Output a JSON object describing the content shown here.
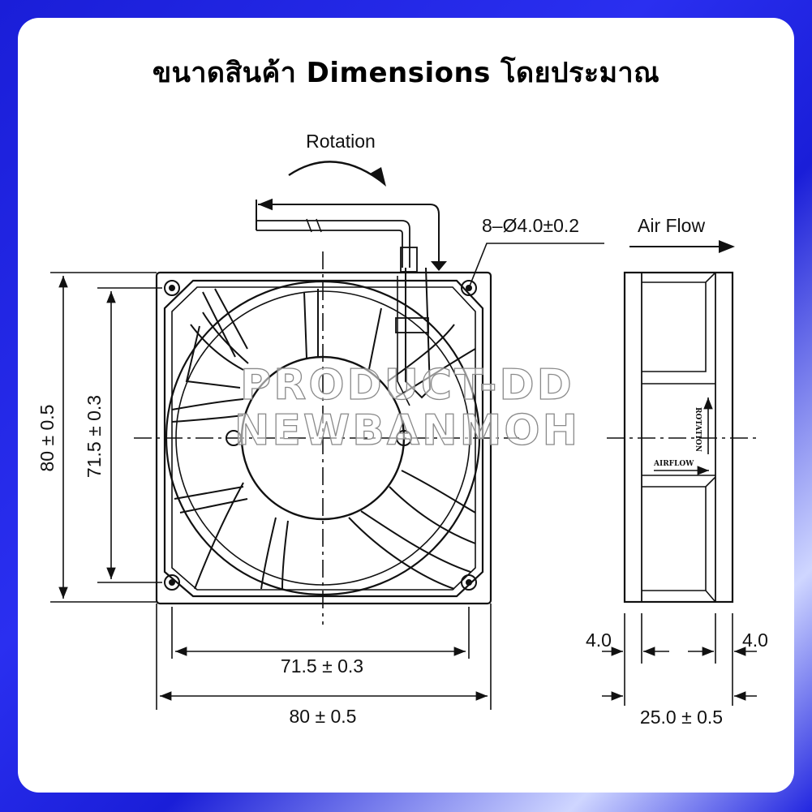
{
  "title": "ขนาดสินค้า Dimensions โดยประมาณ",
  "labels": {
    "rotation": "Rotation",
    "holes": "8–Ø4.0±0.2",
    "air_flow": "Air Flow",
    "height_outer": "80 ± 0.5",
    "height_inner": "71.5 ± 0.3",
    "width_inner": "71.5 ± 0.3",
    "width_outer": "80 ± 0.5",
    "side_left": "4.0",
    "side_right": "4.0",
    "depth": "25.0 ± 0.5",
    "side_rotation_mark": "ROTATION",
    "side_airflow_mark": "AIRFLOW"
  },
  "watermark": {
    "line1": "PRODUCT-DD",
    "line2": "NEWBANMOH"
  },
  "colors": {
    "frame": "#1b1fd6",
    "card": "#ffffff",
    "ink": "#111111"
  }
}
